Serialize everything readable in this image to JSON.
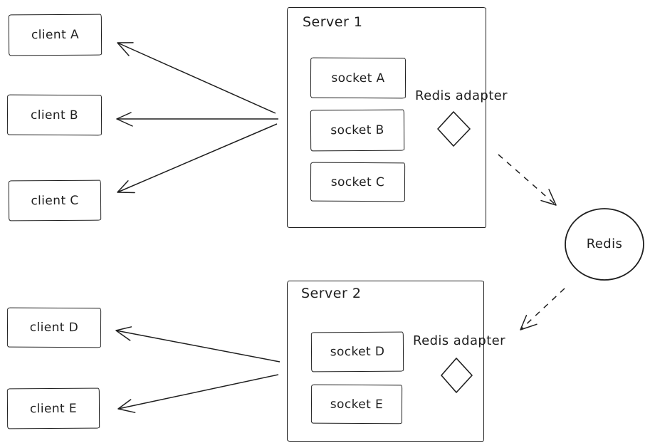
{
  "diagram": {
    "clients": [
      {
        "label": "client A"
      },
      {
        "label": "client B"
      },
      {
        "label": "client C"
      },
      {
        "label": "client D"
      },
      {
        "label": "client E"
      }
    ],
    "server1": {
      "label": "Server 1",
      "adapter_label": "Redis adapter",
      "sockets": [
        {
          "label": "socket A"
        },
        {
          "label": "socket B"
        },
        {
          "label": "socket C"
        }
      ]
    },
    "server2": {
      "label": "Server 2",
      "adapter_label": "Redis adapter",
      "sockets": [
        {
          "label": "socket D"
        },
        {
          "label": "socket E"
        }
      ]
    },
    "redis": {
      "label": "Redis"
    },
    "connections": [
      {
        "from": "Server 1",
        "to": "client A",
        "style": "solid-arrow"
      },
      {
        "from": "Server 1",
        "to": "client B",
        "style": "solid-arrow"
      },
      {
        "from": "Server 1",
        "to": "client C",
        "style": "solid-arrow"
      },
      {
        "from": "Server 2",
        "to": "client D",
        "style": "solid-arrow"
      },
      {
        "from": "Server 2",
        "to": "client E",
        "style": "solid-arrow"
      },
      {
        "from": "Server 1 Redis adapter",
        "to": "Redis",
        "style": "dashed-arrow"
      },
      {
        "from": "Redis",
        "to": "Server 2 Redis adapter",
        "style": "dashed-arrow"
      }
    ],
    "colors": {
      "stroke": "#1e1e1e",
      "background": "#ffffff"
    }
  }
}
